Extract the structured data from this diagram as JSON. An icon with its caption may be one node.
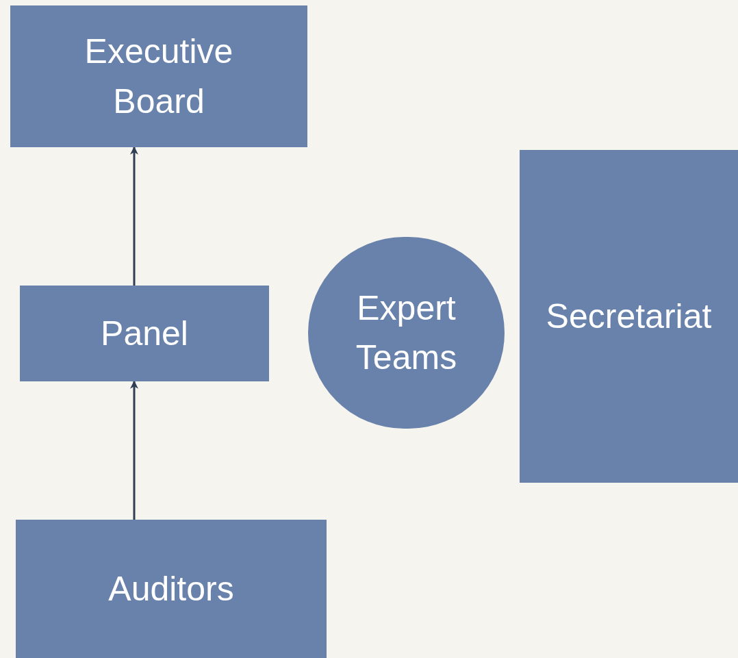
{
  "diagram": {
    "nodes": [
      {
        "text": [
          "Executive Board"
        ]
      },
      {
        "text": [
          "Panel"
        ]
      },
      {
        "text": [
          "Expert Teams"
        ]
      },
      {
        "text": [
          "Secretariat"
        ]
      },
      {
        "text": [
          "Auditors"
        ]
      }
    ],
    "edges": [
      {
        "from": 1,
        "to": 0,
        "arrow": "to"
      },
      {
        "from": 4,
        "to": 1,
        "arrow": "to"
      }
    ]
  }
}
